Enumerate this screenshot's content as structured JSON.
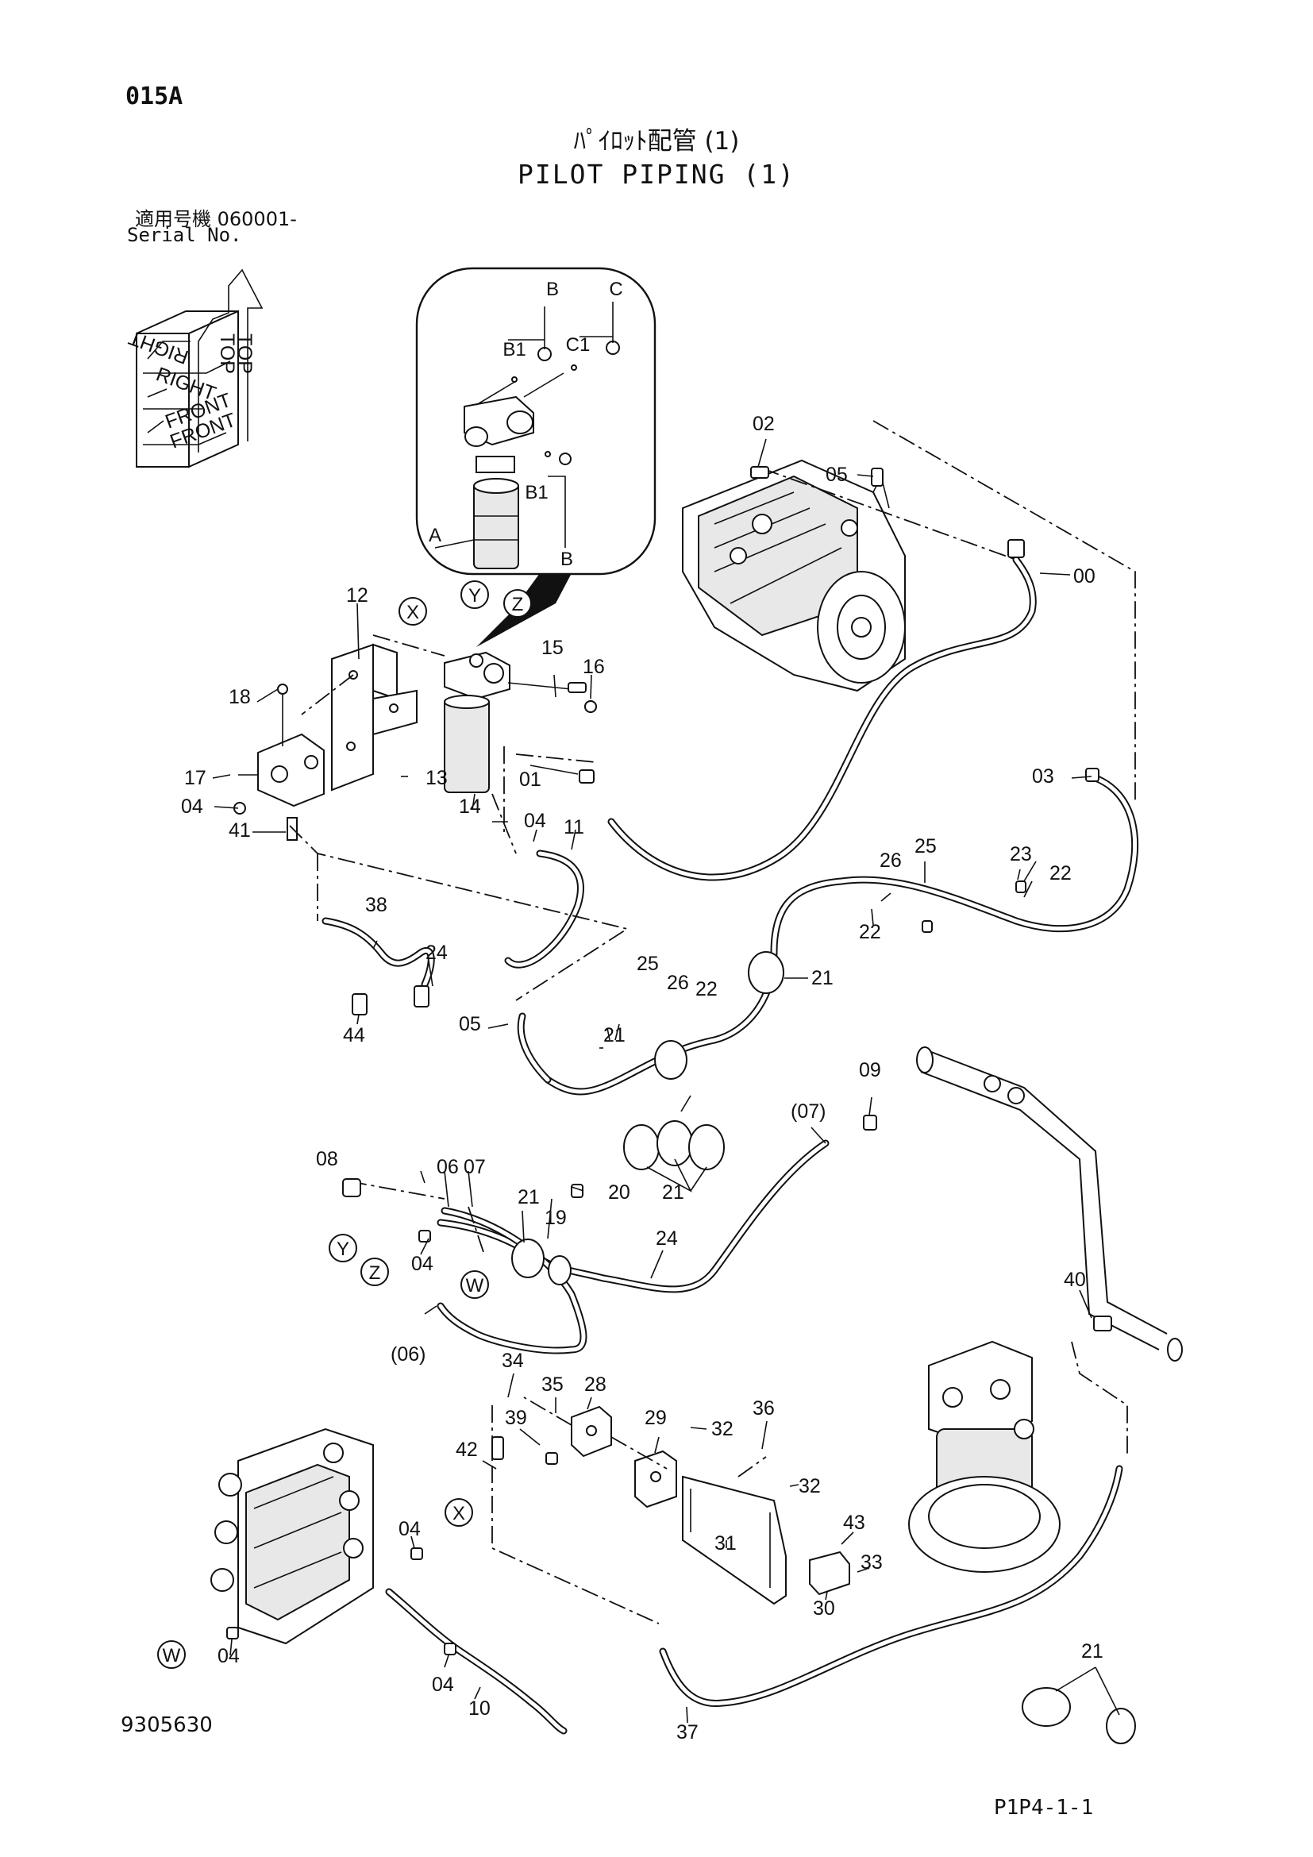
{
  "header": {
    "section_code": "015A",
    "title_jp": "ﾊﾟｲﾛｯﾄ配管 (1)",
    "title_en": "PILOT PIPING (1)",
    "serial_label_jp": "適用号機  060001-",
    "serial_label_en": "Serial No."
  },
  "orientation": {
    "top": "TOP",
    "right": "RIGHT",
    "front": "FRONT"
  },
  "detail_callouts": {
    "B": "B",
    "B1": "B1",
    "C": "C",
    "C1": "C1",
    "A": "A"
  },
  "connection_markers": {
    "X": "X",
    "Y": "Y",
    "Z": "Z",
    "W": "W"
  },
  "part_labels": {
    "p00": "00",
    "p01": "01",
    "p02": "02",
    "p03": "03",
    "p04": "04",
    "p05": "05",
    "p06": "06",
    "p06p": "(06)",
    "p07": "07",
    "p07p": "(07)",
    "p08": "08",
    "p09": "09",
    "p10": "10",
    "p11": "11",
    "p12": "12",
    "p13": "13",
    "p14": "14",
    "p15": "15",
    "p16": "16",
    "p17": "17",
    "p18": "18",
    "p19": "19",
    "p20": "20",
    "p21": "21",
    "p22": "22",
    "p23": "23",
    "p24": "24",
    "p25": "25",
    "p26": "26",
    "p28": "28",
    "p29": "29",
    "p30": "30",
    "p31": "31",
    "p32": "32",
    "p33": "33",
    "p34": "34",
    "p35": "35",
    "p36": "36",
    "p37": "37",
    "p38": "38",
    "p39": "39",
    "p40": "40",
    "p41": "41",
    "p42": "42",
    "p43": "43",
    "p44": "44"
  },
  "footer": {
    "drawing_number": "9305630",
    "page_ref": "P1P4-1-1"
  }
}
